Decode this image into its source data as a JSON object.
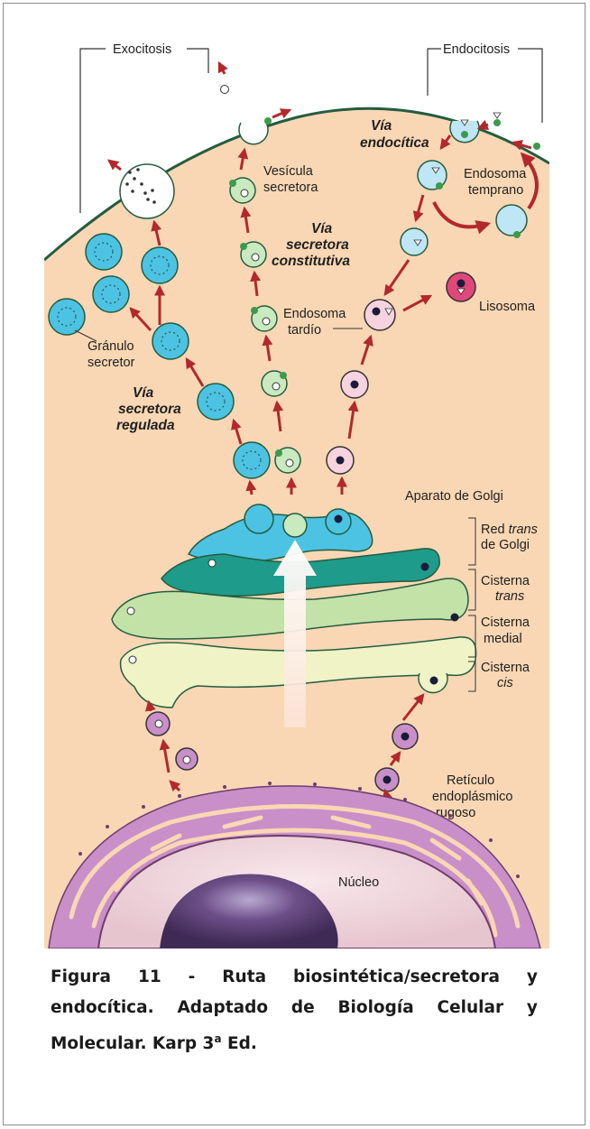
{
  "figure": {
    "labels": {
      "exocitosis": "Exocitosis",
      "endocitosis": "Endocitosis",
      "via_endocitica_1": "Vía",
      "via_endocitica_2": "endocítica",
      "vesicula_1": "Vesícula",
      "vesicula_2": "secretora",
      "endosoma_temprano_1": "Endosoma",
      "endosoma_temprano_2": "temprano",
      "via_const_1": "Vía",
      "via_const_2": "secretora",
      "via_const_3": "constitutiva",
      "endosoma_tardio_1": "Endosoma",
      "endosoma_tardio_2": "tardío",
      "lisosoma": "Lisosoma",
      "granulo_1": "Gránulo",
      "granulo_2": "secretor",
      "via_reg_1": "Vía",
      "via_reg_2": "secretora",
      "via_reg_3": "regulada",
      "aparato_golgi": "Aparato de Golgi",
      "red_trans_1_a": "Red ",
      "red_trans_1_b": "trans",
      "red_trans_2": "de Golgi",
      "cisterna_trans_1": "Cisterna",
      "cisterna_trans_2": "trans",
      "cisterna_medial_1": "Cisterna",
      "cisterna_medial_2": "medial",
      "cisterna_cis_1": "Cisterna",
      "cisterna_cis_2": "cis",
      "reticulo_1": "Retículo",
      "reticulo_2": "endoplásmico",
      "reticulo_3": "rugoso",
      "nucleo": "Núcleo"
    },
    "colors": {
      "cytoplasm": "#f9d7b4",
      "arrow": "#b3282d",
      "granule": "#4cc3e2",
      "secretory_vesicle": "#c9e9bf",
      "endosome": "#bfe6f4",
      "lysosome": "#e0477a",
      "late_endosome": "#f7d2df",
      "er": "#c98fc9",
      "nucleus": "#f0d7dc",
      "nucleolus": "#6a4d84"
    }
  },
  "caption": {
    "text": "Figura 11 - Ruta biosintética/secretora y endocítica. Adaptado de Biología Celular y Molecular. Karp 3",
    "sup": "a",
    "tail": " Ed."
  }
}
